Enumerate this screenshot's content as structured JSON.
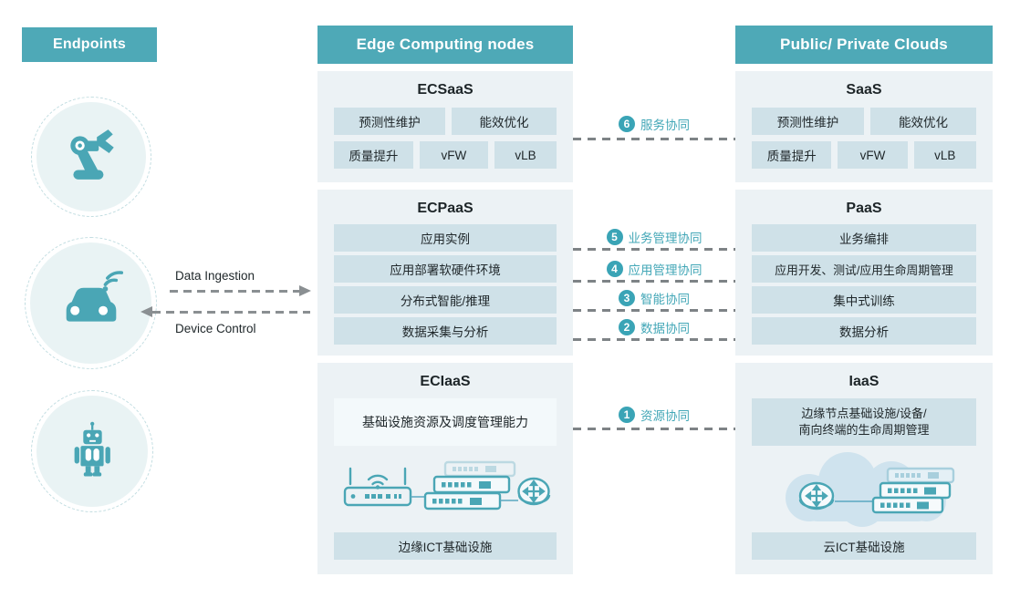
{
  "headers": {
    "endpoints": "Endpoints",
    "edge": "Edge Computing nodes",
    "clouds": "Public/ Private Clouds"
  },
  "flows": {
    "data_ingestion": "Data Ingestion",
    "device_control": "Device Control"
  },
  "edge_column": {
    "ecsaas": {
      "title": "ECSaaS",
      "row1": [
        "预测性维护",
        "能效优化"
      ],
      "row2": [
        "质量提升",
        "vFW",
        "vLB"
      ]
    },
    "ecpaas": {
      "title": "ECPaaS",
      "rows": [
        "应用实例",
        "应用部署软硬件环境",
        "分布式智能/推理",
        "数据采集与分析"
      ]
    },
    "eciaas": {
      "title": "ECIaaS",
      "capability": "基础设施资源及调度管理能力",
      "infra": "边缘ICT基础设施"
    }
  },
  "cloud_column": {
    "saas": {
      "title": "SaaS",
      "row1": [
        "预测性维护",
        "能效优化"
      ],
      "row2": [
        "质量提升",
        "vFW",
        "vLB"
      ]
    },
    "paas": {
      "title": "PaaS",
      "rows": [
        "业务编排",
        "应用开发、测试/应用生命周期管理",
        "集中式训练",
        "数据分析"
      ]
    },
    "iaas": {
      "title": "IaaS",
      "capability_line1": "边缘节点基础设施/设备/",
      "capability_line2": "南向终端的生命周期管理",
      "infra": "云ICT基础设施"
    }
  },
  "collaborations": [
    {
      "num": "6",
      "label": "服务协同"
    },
    {
      "num": "5",
      "label": "业务管理协同"
    },
    {
      "num": "4",
      "label": "应用管理协同"
    },
    {
      "num": "3",
      "label": "智能协同"
    },
    {
      "num": "2",
      "label": "数据协同"
    },
    {
      "num": "1",
      "label": "资源协同"
    }
  ],
  "icons": {
    "endpoint_1": "robot-arm-icon",
    "endpoint_2": "connected-car-icon",
    "endpoint_3": "robot-icon",
    "edge_infra": "edge-network-devices-icon",
    "cloud_infra": "cloud-network-devices-icon"
  },
  "colors": {
    "header_teal": "#4ea9b7",
    "panel_bg": "#ecf2f5",
    "row_bg": "#cfe1e8",
    "row_light_bg": "#f3f9fb",
    "icon_teal": "#4aa6b5",
    "collab_teal": "#43a7b7",
    "badge_teal": "#3aa4b6",
    "dash_gray": "#7e8386",
    "arrow_gray": "#8a8f92"
  }
}
